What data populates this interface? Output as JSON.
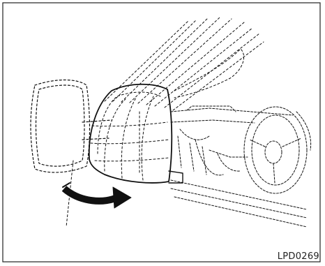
{
  "figure": {
    "reference_code": "LPD0269",
    "parts": {
      "frame": "frame",
      "mirror_folded": "mirror-folded-outline",
      "mirror_unfolded": "mirror-housing",
      "fold_arrow": "fold-direction-arrow",
      "windshield": "windshield-pillar",
      "dashboard": "dashboard",
      "steering_wheel": "steering-wheel",
      "door_sill": "door-sill"
    }
  }
}
